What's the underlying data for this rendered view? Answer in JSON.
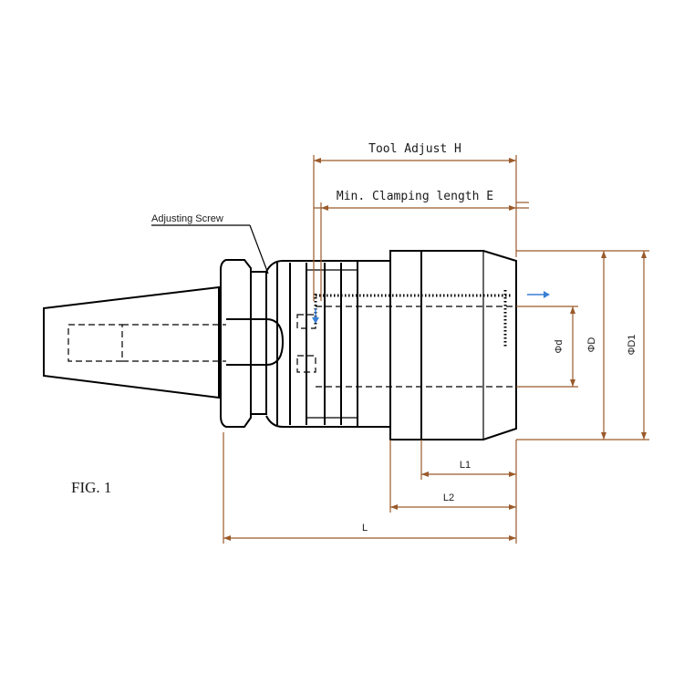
{
  "labels": {
    "tool_adjust": "Tool Adjust H",
    "min_clamping": "Min. Clamping length E",
    "adjusting_screw": "Adjusting Screw",
    "fig": "FIG. 1",
    "phi_d_small": "Φd",
    "phi_D": "ΦD",
    "phi_D1": "ΦD1",
    "L1": "L1",
    "L2": "L2",
    "L": "L"
  },
  "colors": {
    "dimension": "#9a5a2a",
    "outline": "#000000",
    "coolant_arrow": "#3a7fd5"
  },
  "icons": {
    "coolant_flow": "arrow-right-icon"
  }
}
